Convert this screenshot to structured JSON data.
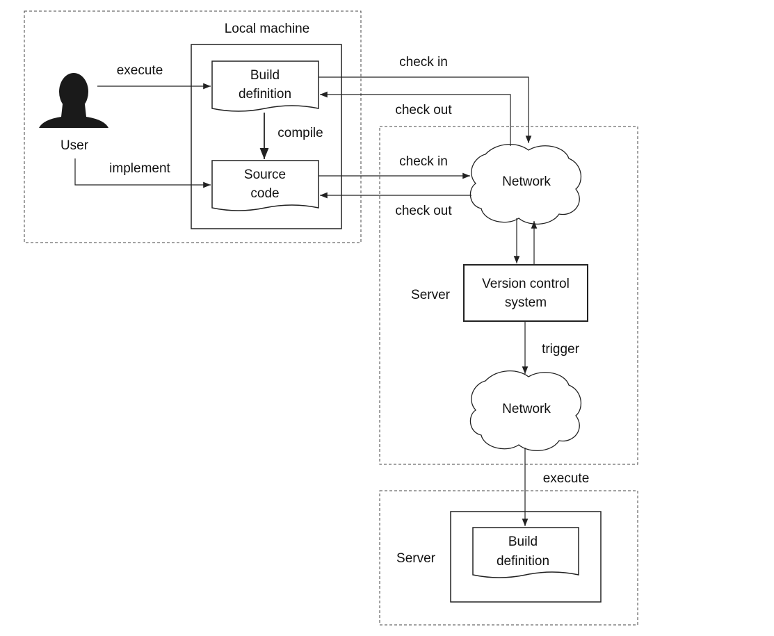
{
  "groups": {
    "local": "Local machine",
    "server_vcs": "Server",
    "server_build": "Server"
  },
  "actors": {
    "user": "User",
    "user_icon": "person-silhouette-icon"
  },
  "nodes": {
    "build_def_local": [
      "Build",
      "definition"
    ],
    "source_code": [
      "Source",
      "code"
    ],
    "network_top": "Network",
    "vcs": [
      "Version control",
      "system"
    ],
    "network_bottom": "Network",
    "build_def_server": [
      "Build",
      "definition"
    ]
  },
  "edges": {
    "execute_user": "execute",
    "implement": "implement",
    "compile": "compile",
    "check_in_build": "check in",
    "check_out_build": "check out",
    "check_in_source": "check in",
    "check_out_source": "check out",
    "trigger": "trigger",
    "execute_server": "execute"
  },
  "colors": {
    "stroke": "#222222",
    "text": "#111111",
    "silhouette": "#1a1a1a"
  }
}
